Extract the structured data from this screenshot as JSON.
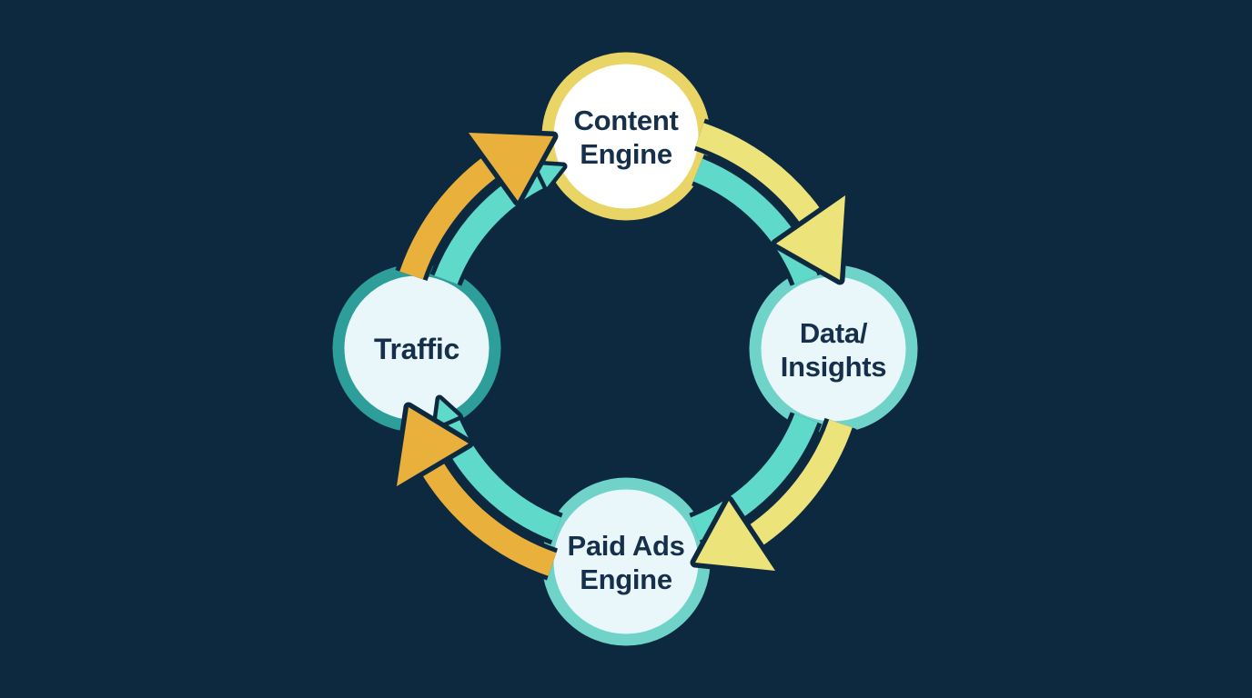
{
  "diagram": {
    "type": "cycle",
    "direction": "clockwise",
    "colors": {
      "background": "#0d2940",
      "gold": "#e9b13c",
      "pale_yellow": "#ece37a",
      "teal_band": "#5fd9c9",
      "outline": "#0d2940",
      "text": "#16304b"
    },
    "nodes": [
      {
        "id": "content-engine",
        "label": "Content\nEngine",
        "fill_color": "#ffffff",
        "ring_color": "#e9d566",
        "text_color": "#16304b"
      },
      {
        "id": "data-insights",
        "label": "Data/\nInsights",
        "fill_color": "#eaf7fa",
        "ring_color": "#6fd3c9",
        "text_color": "#16304b"
      },
      {
        "id": "paid-ads-engine",
        "label": "Paid Ads\nEngine",
        "fill_color": "#eaf7fa",
        "ring_color": "#6fd3c9",
        "text_color": "#16304b"
      },
      {
        "id": "traffic",
        "label": "Traffic",
        "fill_color": "#eaf7fa",
        "ring_color": "#2d9e99",
        "text_color": "#16304b"
      }
    ],
    "connections": [
      {
        "from": "traffic",
        "to": "content-engine",
        "outer_band": "gold",
        "inner_band": "teal"
      },
      {
        "from": "content-engine",
        "to": "data-insights",
        "outer_band": "pale_yellow",
        "inner_band": "teal"
      },
      {
        "from": "data-insights",
        "to": "paid-ads-engine",
        "outer_band": "pale_yellow",
        "inner_band": "teal"
      },
      {
        "from": "paid-ads-engine",
        "to": "traffic",
        "outer_band": "gold",
        "inner_band": "teal"
      }
    ]
  }
}
